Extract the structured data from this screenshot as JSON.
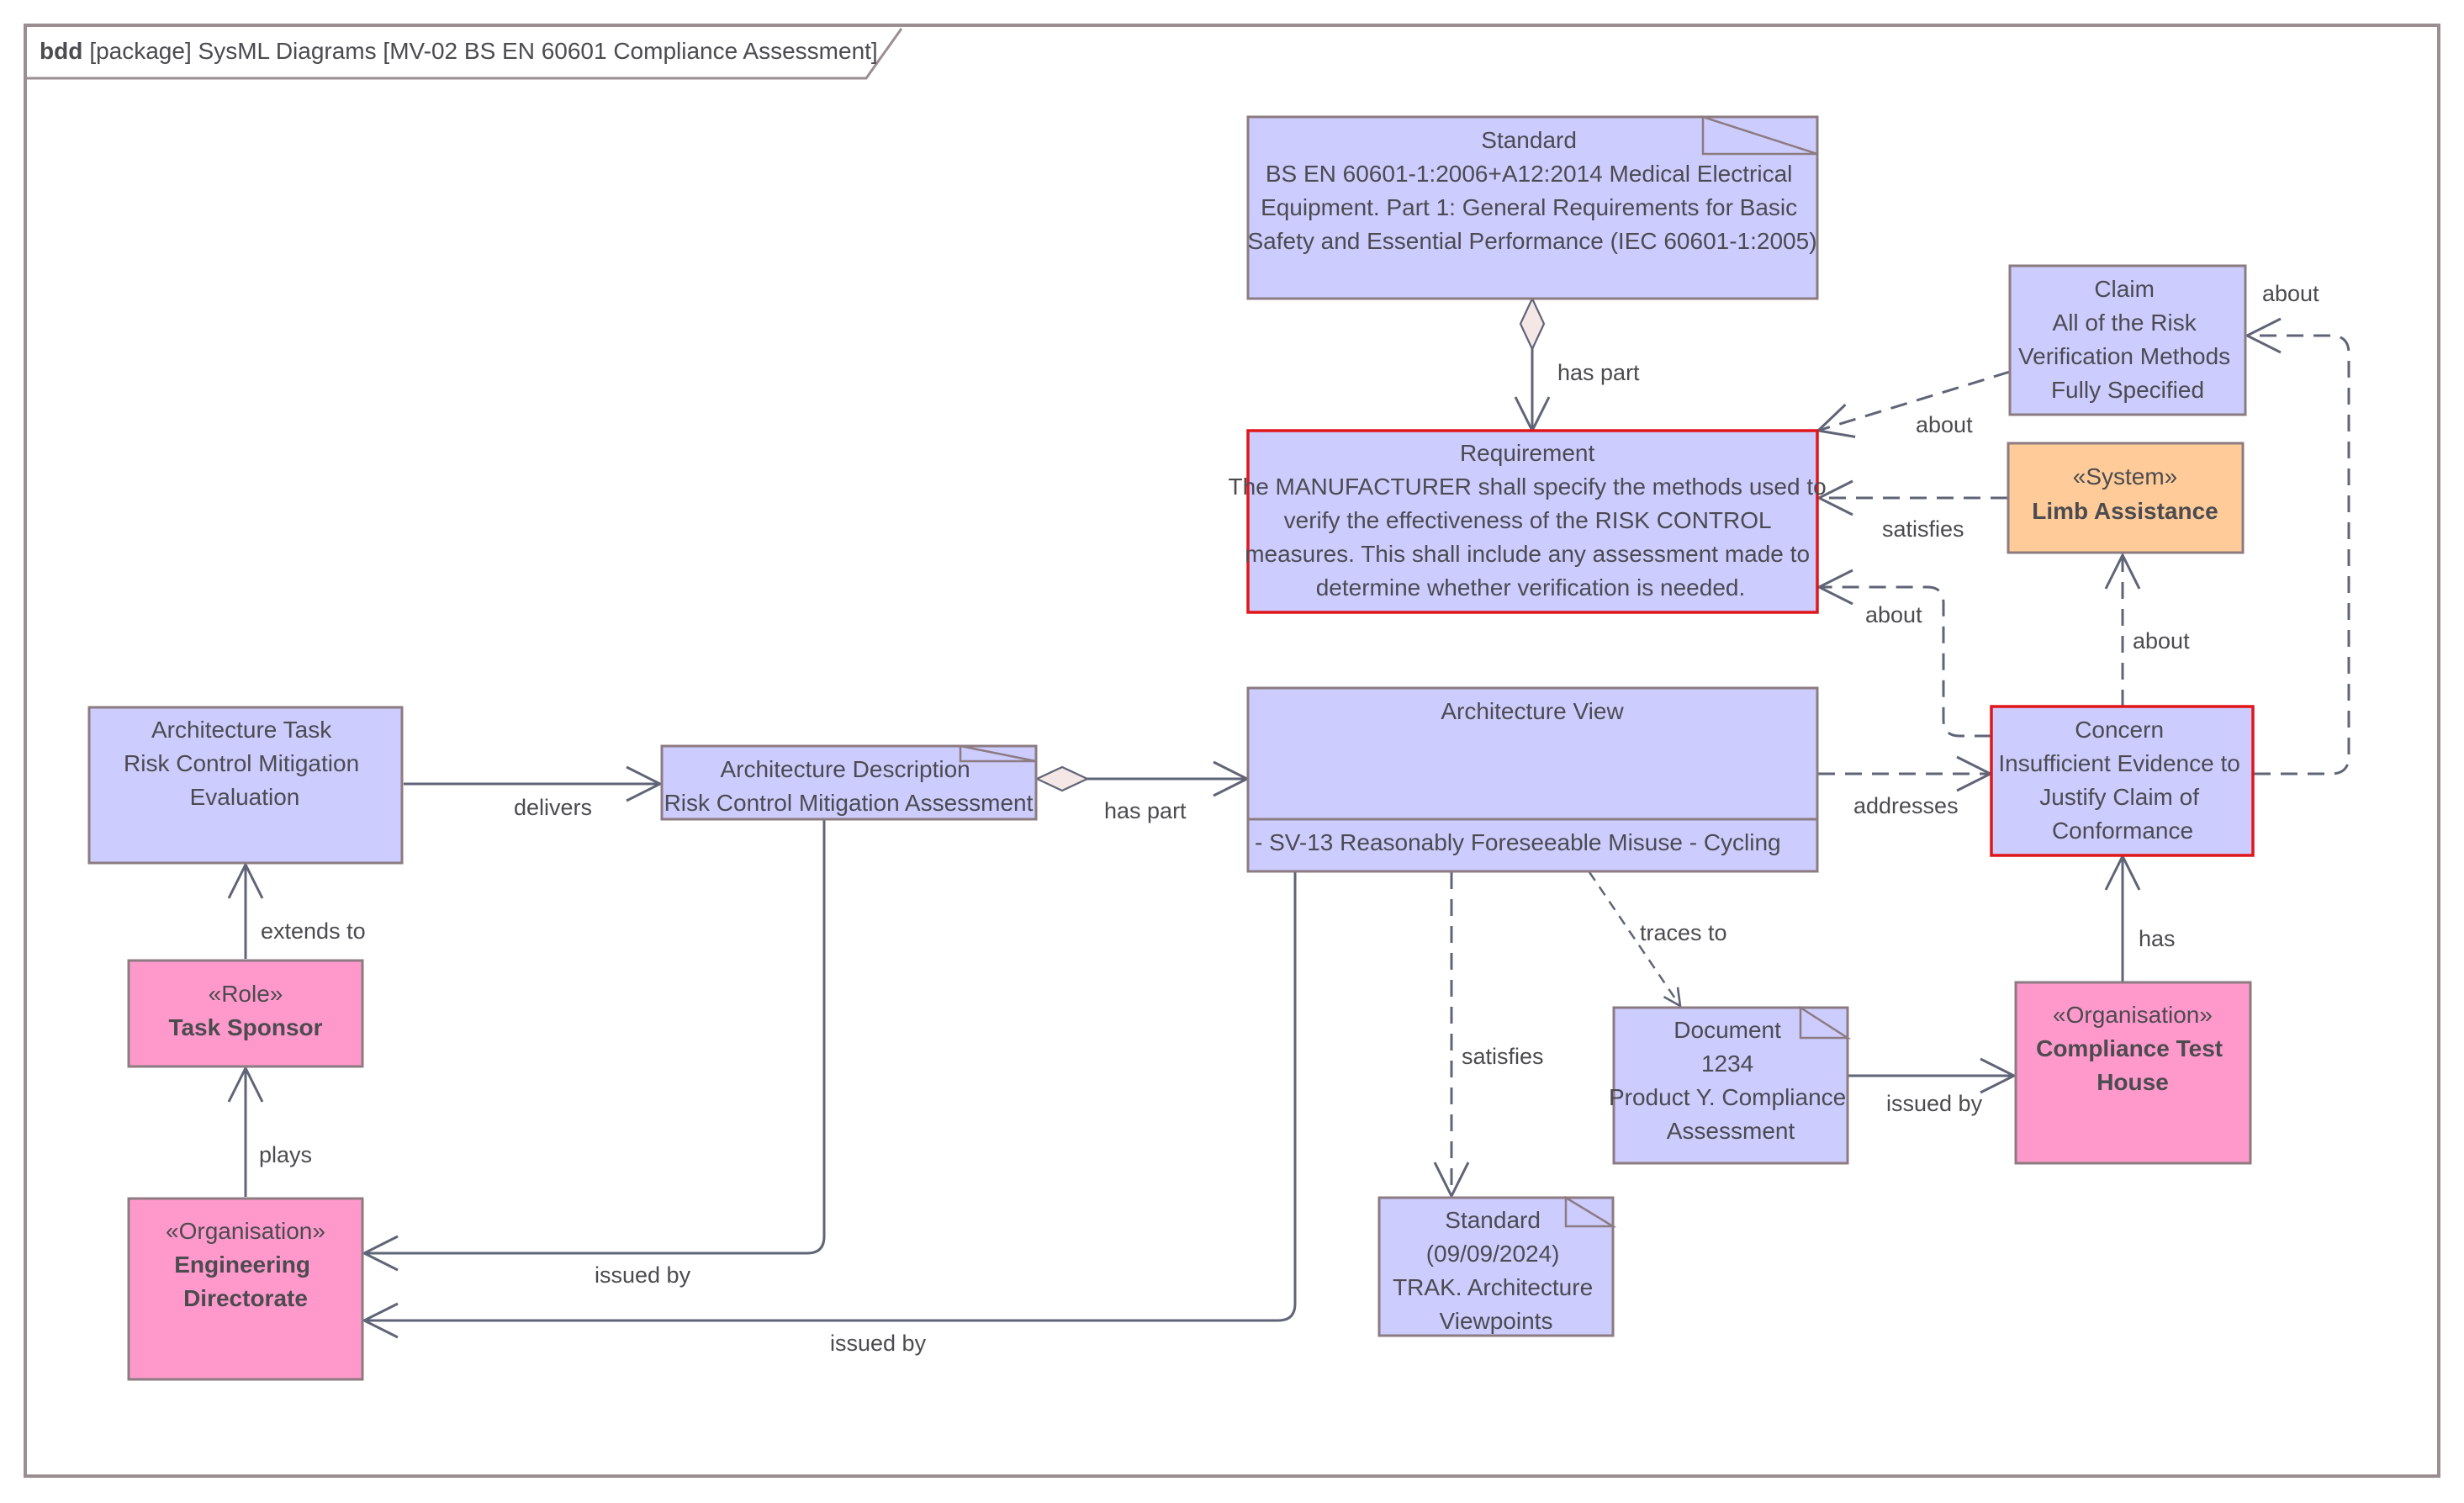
{
  "frame": {
    "kind": "bdd",
    "title": "[package] SysML Diagrams [MV-02 BS EN 60601 Compliance Assessment]"
  },
  "colors": {
    "lavender": "#ccccff",
    "pink": "#ff99cc",
    "orange": "#ffcc99",
    "border": "#8c7b80",
    "highlight_border": "#e0161a",
    "connector": "#5f6477",
    "text": "#4b4b50"
  },
  "nodes": {
    "standard_60601": {
      "lines": [
        "Standard",
        "BS EN 60601-1:2006+A12:2014 Medical Electrical",
        "Equipment. Part 1: General Requirements for Basic",
        "Safety and Essential Performance (IEC 60601-1:2005)"
      ]
    },
    "requirement": {
      "lines": [
        "Requirement",
        "The MANUFACTURER shall specify the methods used to",
        "verify the effectiveness of the RISK CONTROL",
        "measures. This shall include any assessment made to",
        "determine whether verification is needed."
      ]
    },
    "claim": {
      "lines": [
        "Claim",
        "All of the Risk",
        "Verification Methods",
        "Fully Specified"
      ]
    },
    "system": {
      "stereotype": "«System»",
      "name": "Limb Assistance"
    },
    "concern": {
      "lines": [
        "Concern",
        "Insufficient Evidence to",
        "Justify Claim of",
        "Conformance"
      ]
    },
    "architecture_view": {
      "title": "Architecture View",
      "compartment": "- SV-13 Reasonably Foreseeable Misuse - Cycling"
    },
    "architecture_task": {
      "lines": [
        "Architecture Task",
        "Risk Control Mitigation",
        "Evaluation"
      ]
    },
    "architecture_description": {
      "lines": [
        "Architecture Description",
        "Risk Control Mitigation Assessment"
      ]
    },
    "role": {
      "stereotype": "«Role»",
      "name": "Task Sponsor"
    },
    "engineering_directorate": {
      "stereotype": "«Organisation»",
      "name_lines": [
        "Engineering",
        "Directorate"
      ]
    },
    "document": {
      "lines": [
        "Document",
        "1234",
        "Product Y. Compliance",
        "Assessment"
      ]
    },
    "compliance_test_house": {
      "stereotype": "«Organisation»",
      "name_lines": [
        "Compliance Test",
        "House"
      ]
    },
    "standard_trak": {
      "lines": [
        "Standard",
        "(09/09/2024)",
        "TRAK. Architecture",
        "Viewpoints"
      ]
    }
  },
  "connectors": {
    "std_has_part": "has part",
    "claim_about_req": "about",
    "concern_about_claim": "about",
    "system_satisfies_req": "satisfies",
    "concern_about_req": "about",
    "concern_about_system": "about",
    "view_addresses_concern": "addresses",
    "task_delivers_desc": "delivers",
    "desc_has_part_view": "has part",
    "role_extends_task": "extends to",
    "org_plays_role": "plays",
    "desc_issued_by": "issued by",
    "view_issued_by": "issued by",
    "view_traces_doc": "traces to",
    "view_satisfies_std": "satisfies",
    "doc_issued_by": "issued by",
    "th_has_concern": "has"
  }
}
